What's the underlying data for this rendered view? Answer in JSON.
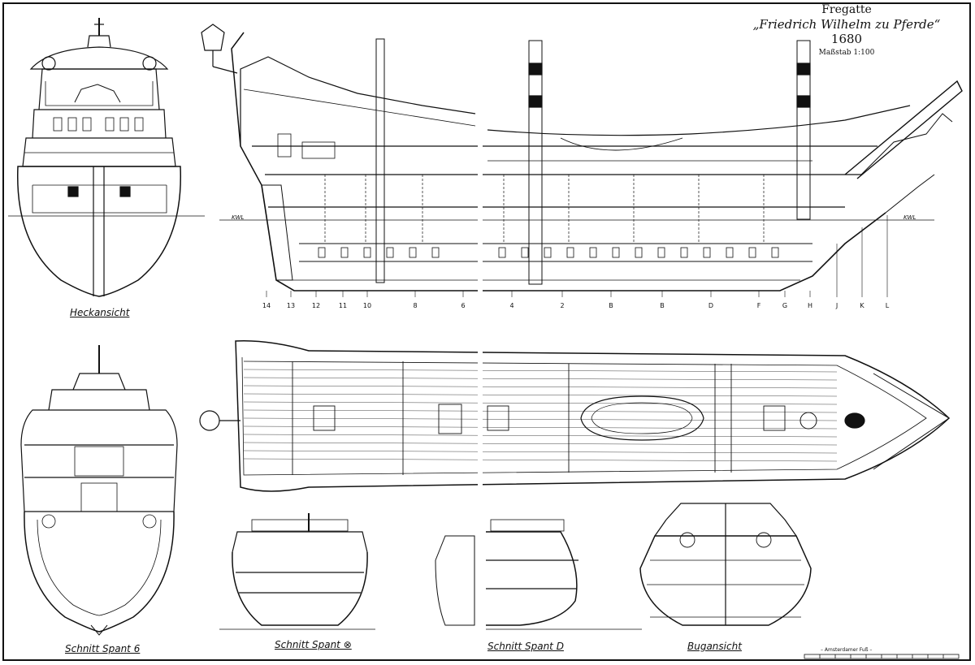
{
  "title": {
    "line1": "Fregatte",
    "line2": "„Friedrich Wilhelm zu Pferde“",
    "line3": "1680",
    "scale": "Maßstab 1:100"
  },
  "views": {
    "stern": "Heckansicht",
    "section_6": "Schnitt Spant 6",
    "section_x": "Schnitt Spant ⊗",
    "section_d": "Schnitt Spant D",
    "bow": "Bugansicht"
  },
  "waterline_label": "KWL",
  "stations": [
    "14",
    "13",
    "12",
    "11",
    "10",
    "8",
    "6",
    "4",
    "2",
    "B",
    "B",
    "D",
    "F",
    "G",
    "H",
    "J",
    "K",
    "L"
  ],
  "scale_bar_label": "– Amsterdamer Fuß –",
  "colors": {
    "ink": "#111111",
    "paper": "#ffffff"
  }
}
